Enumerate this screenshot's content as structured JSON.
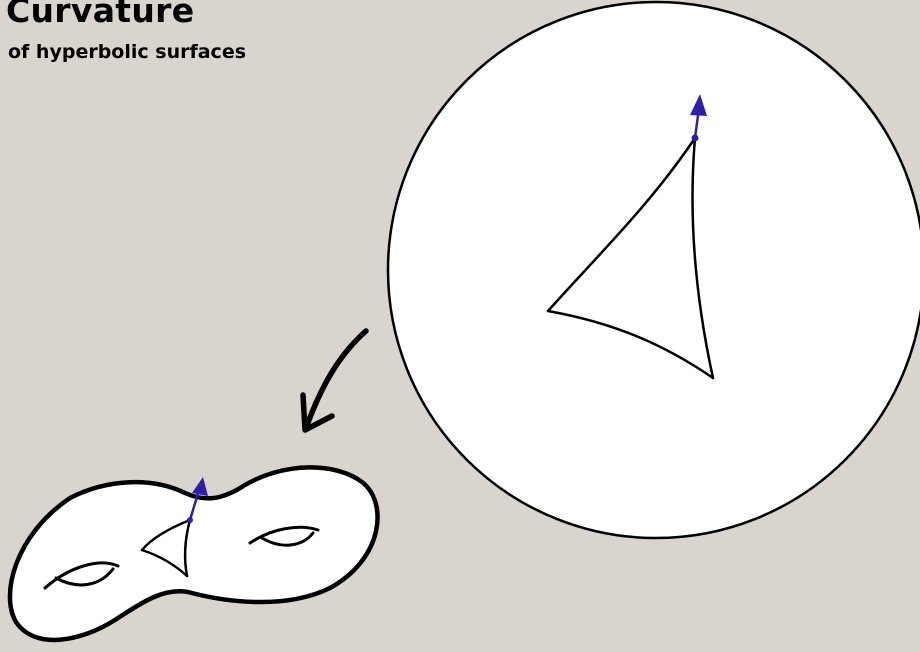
{
  "header": {
    "title": "Curvature",
    "subtitle": "of hyperbolic surfaces"
  },
  "colors": {
    "background": "#d9d5ce",
    "stroke": "#000000",
    "fill": "#ffffff",
    "tangent_vector": "#2e1fa8"
  },
  "figure": {
    "elements": [
      "hyperbolic-disk",
      "geodesic-triangle",
      "tangent-vector-arrow",
      "mapping-arrow",
      "genus-two-surface"
    ]
  }
}
